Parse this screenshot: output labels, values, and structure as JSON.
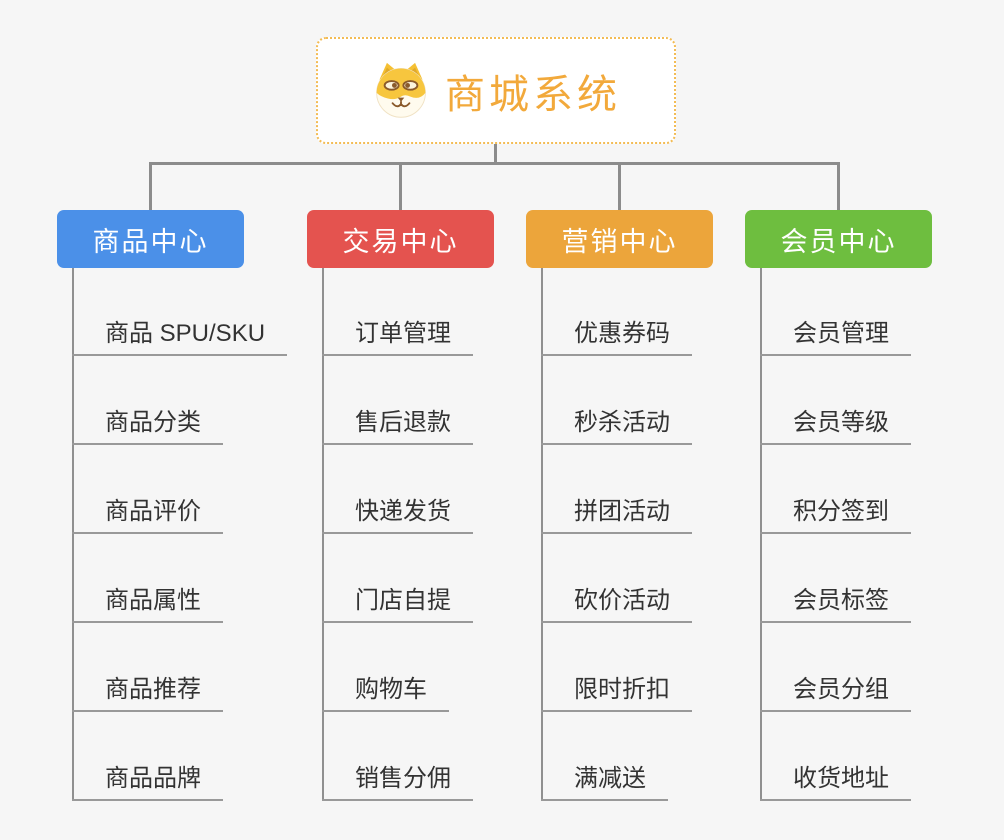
{
  "root": {
    "title": "商城系统",
    "icon": "dog-face-icon",
    "title_color": "#F2A93B",
    "border_color": "#F3BC55"
  },
  "branches": [
    {
      "id": "product-center",
      "label": "商品中心",
      "color": "#4B90E8",
      "items": [
        "商品 SPU/SKU",
        "商品分类",
        "商品评价",
        "商品属性",
        "商品推荐",
        "商品品牌"
      ]
    },
    {
      "id": "trade-center",
      "label": "交易中心",
      "color": "#E4534F",
      "items": [
        "订单管理",
        "售后退款",
        "快递发货",
        "门店自提",
        "购物车",
        "销售分佣"
      ]
    },
    {
      "id": "marketing-center",
      "label": "营销中心",
      "color": "#ECA53B",
      "items": [
        "优惠券码",
        "秒杀活动",
        "拼团活动",
        "砍价活动",
        "限时折扣",
        "满减送"
      ]
    },
    {
      "id": "member-center",
      "label": "会员中心",
      "color": "#6EBE3F",
      "items": [
        "会员管理",
        "会员等级",
        "积分签到",
        "会员标签",
        "会员分组",
        "收货地址"
      ]
    }
  ],
  "connector_color": "#8C8C8C",
  "item_text_color": "#333333",
  "underline_color": "#999999",
  "background_color": "#F6F6F6"
}
